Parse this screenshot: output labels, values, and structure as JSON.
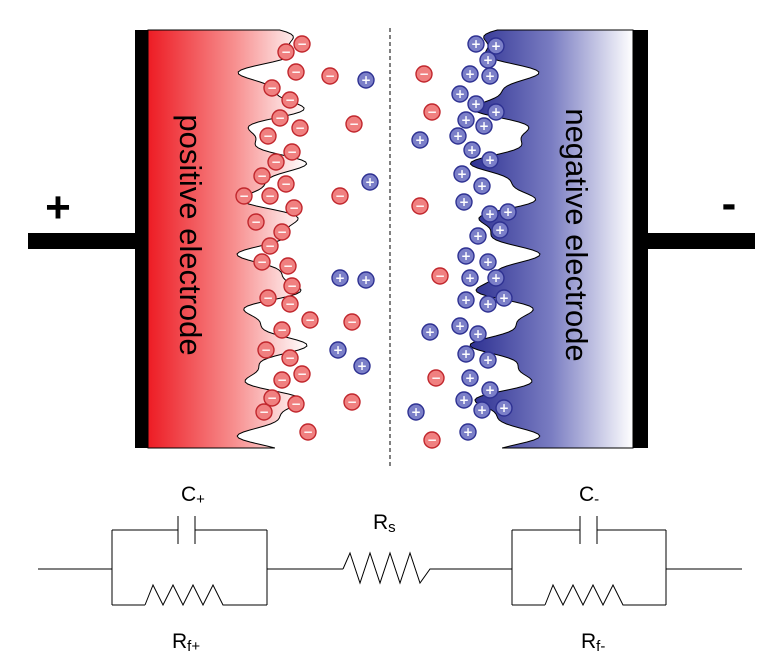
{
  "terminals": {
    "positive": "+",
    "negative": "-"
  },
  "electrodes": {
    "positive": {
      "label": "positive electrode",
      "color": "#ed1c24"
    },
    "negative": {
      "label": "negative electrode",
      "color": "#2e3192"
    }
  },
  "ions": {
    "anion": {
      "symbol": "−",
      "fill": "#f08080",
      "stroke": "#c1272d"
    },
    "cation": {
      "symbol": "+",
      "fill": "#7b7fc8",
      "stroke": "#2e3192"
    }
  },
  "circuit": {
    "c_plus": {
      "main": "C",
      "sub": "+"
    },
    "c_minus": {
      "main": "C",
      "sub": "-"
    },
    "r_s": {
      "main": "R",
      "sub": "s"
    },
    "rf_plus": {
      "main": "R",
      "sub": "f+"
    },
    "rf_minus": {
      "main": "R",
      "sub": "f-"
    }
  }
}
